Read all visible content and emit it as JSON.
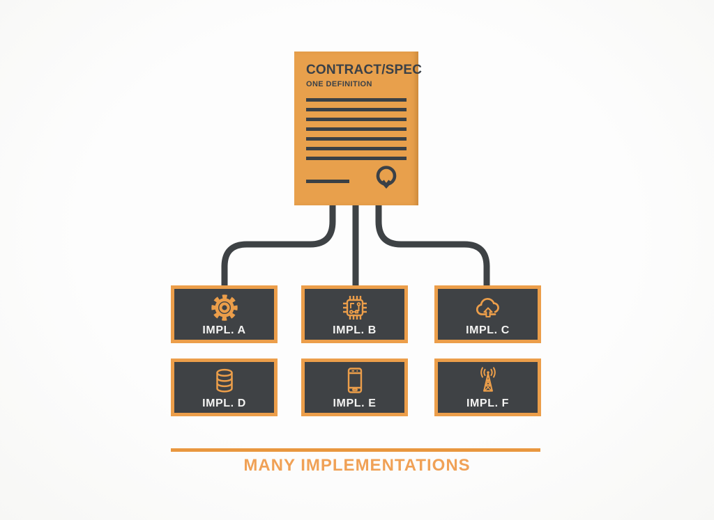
{
  "document_card": {
    "title": "CONTRACT/SPEC",
    "subtitle": "ONE DEFINITION",
    "text_line_count": 7,
    "seal_icon": "award-seal-icon",
    "signature_line": "true"
  },
  "implementations": [
    {
      "label": "IMPL. A",
      "icon": "gear-icon"
    },
    {
      "label": "IMPL. B",
      "icon": "chip-icon"
    },
    {
      "label": "IMPL. C",
      "icon": "cloud-upload-icon"
    },
    {
      "label": "IMPL. D",
      "icon": "database-icon"
    },
    {
      "label": "IMPL. E",
      "icon": "smartphone-icon"
    },
    {
      "label": "IMPL. F",
      "icon": "radio-tower-icon"
    }
  ],
  "footer": {
    "caption": "MANY IMPLEMENTATIONS"
  },
  "colors": {
    "card_orange": "#E8A04C",
    "box_border_orange": "#EC9E4A",
    "box_dark": "#3F4245",
    "ink_dark": "#3A4045",
    "connector_dark": "#3E4245",
    "label_white": "#F4F4F3",
    "caption_orange": "#F0A156",
    "divider_orange": "#E9973F",
    "background": "#FCFCFC"
  }
}
